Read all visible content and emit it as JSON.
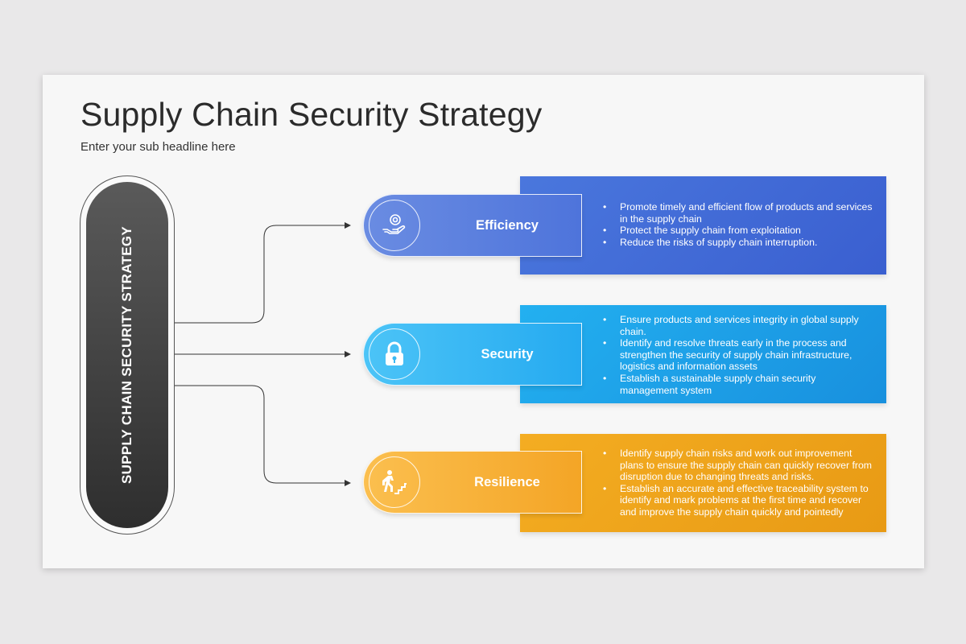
{
  "title": "Supply Chain Security Strategy",
  "subtitle": "Enter your sub headline here",
  "center_label": "SUPPLY CHAIN SECURITY STRATEGY",
  "branches": [
    {
      "label": "Efficiency",
      "icon": "hand-coin-icon",
      "color": "#3f6ad8",
      "bullets": [
        "Promote timely and efficient flow of products and services in the supply chain",
        "Protect the supply chain from exploitation",
        "Reduce the risks of supply chain interruption."
      ]
    },
    {
      "label": "Security",
      "icon": "lock-icon",
      "color": "#1ea6ea",
      "bullets": [
        "Ensure products and services integrity in global supply chain.",
        "Identify and resolve threats early in the process and strengthen the security of supply chain infrastructure, logistics and information assets",
        "Establish a sustainable supply chain security management system"
      ]
    },
    {
      "label": "Resilience",
      "icon": "climbing-stairs-icon",
      "color": "#f0a21b",
      "bullets": [
        "Identify supply chain risks and work out improvement plans to ensure the supply chain can quickly recover from disruption due to changing threats and risks.",
        "Establish an accurate and effective traceability system to identify and mark problems at the first time and recover and improve the supply chain quickly and pointedly"
      ]
    }
  ]
}
